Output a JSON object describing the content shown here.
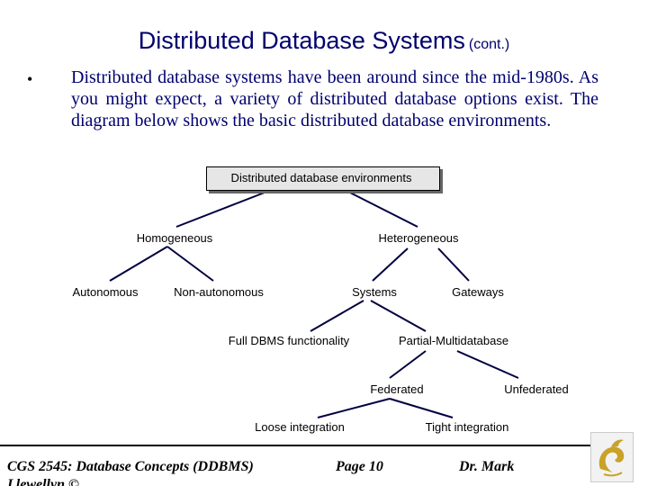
{
  "slide": {
    "title": "Distributed Database Systems",
    "title_suffix": "(cont.)",
    "bullet": "•",
    "body": "Distributed database systems have been around since the mid-1980s.  As you might expect, a variety of distributed database options exist.  The diagram below shows the basic distributed database environments."
  },
  "diagram": {
    "root": "Distributed database environments",
    "homogeneous": "Homogeneous",
    "heterogeneous": "Heterogeneous",
    "autonomous": "Autonomous",
    "non_autonomous": "Non-autonomous",
    "systems": "Systems",
    "gateways": "Gateways",
    "full_dbms": "Full DBMS functionality",
    "partial_multi": "Partial-Multidatabase",
    "federated": "Federated",
    "unfederated": "Unfederated",
    "loose": "Loose integration",
    "tight": "Tight integration",
    "line_color": "#000040"
  },
  "footer": {
    "course": "CGS 2545: Database Concepts  (DDBMS)",
    "page": "Page 10",
    "author": "Dr. Mark",
    "author_cont": "Llewellyn ©"
  }
}
